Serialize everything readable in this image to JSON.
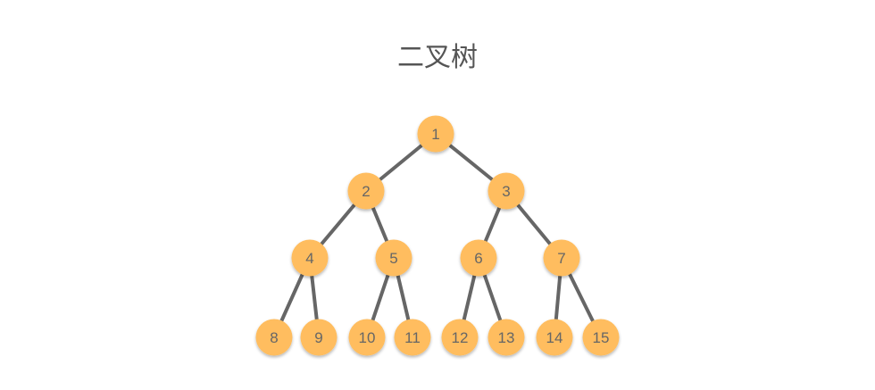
{
  "title": "二叉树",
  "colors": {
    "node_fill": "#FFBD5F",
    "node_text": "#666666",
    "edge": "#666666",
    "title": "#555555"
  },
  "nodes": [
    {
      "label": "1"
    },
    {
      "label": "2"
    },
    {
      "label": "3"
    },
    {
      "label": "4"
    },
    {
      "label": "5"
    },
    {
      "label": "6"
    },
    {
      "label": "7"
    },
    {
      "label": "8"
    },
    {
      "label": "9"
    },
    {
      "label": "10"
    },
    {
      "label": "11"
    },
    {
      "label": "12"
    },
    {
      "label": "13"
    },
    {
      "label": "14"
    },
    {
      "label": "15"
    }
  ],
  "edges": [
    [
      0,
      1
    ],
    [
      0,
      2
    ],
    [
      1,
      3
    ],
    [
      1,
      4
    ],
    [
      2,
      5
    ],
    [
      2,
      6
    ],
    [
      3,
      7
    ],
    [
      3,
      8
    ],
    [
      4,
      9
    ],
    [
      4,
      10
    ],
    [
      5,
      11
    ],
    [
      5,
      12
    ],
    [
      6,
      13
    ],
    [
      6,
      14
    ]
  ]
}
